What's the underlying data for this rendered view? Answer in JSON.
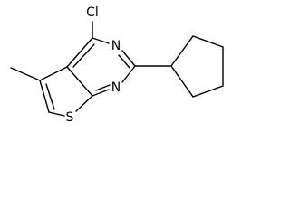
{
  "molecule": {
    "atoms": {
      "chlorine": "Cl",
      "nitrogen_top": "N",
      "nitrogen_bottom": "N",
      "sulfur": "S"
    },
    "line_color": "#000000",
    "background_color": "#ffffff"
  }
}
